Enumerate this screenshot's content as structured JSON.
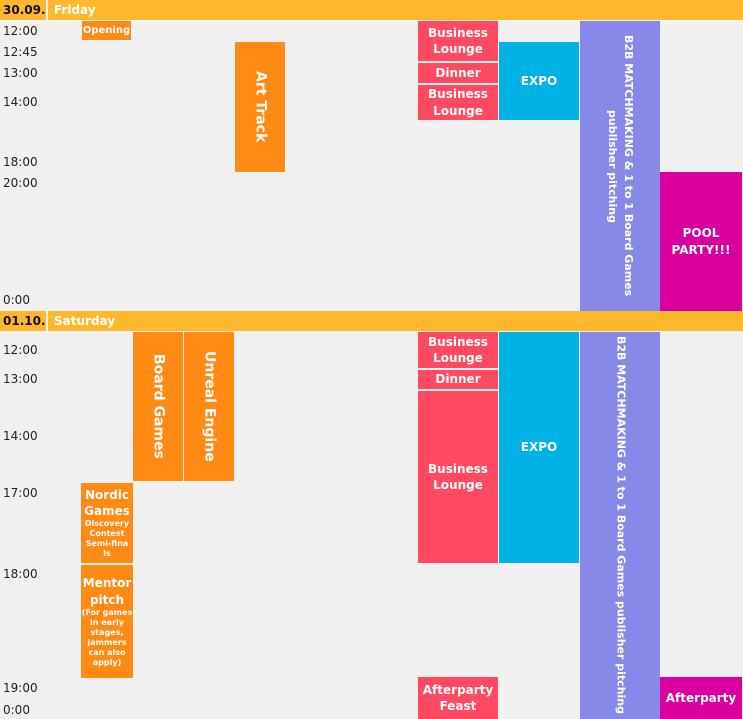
{
  "days": [
    {
      "date": "30.09.",
      "name": "Friday",
      "times": [
        "12:00",
        "12:45",
        "13:00",
        "14:00",
        "18:00",
        "20:00",
        "0:00"
      ],
      "events": {
        "opening": "Opening",
        "art_track": "Art Track",
        "business_lounge_1": "Business Lounge",
        "dinner": "Dinner",
        "business_lounge_2": "Business Lounge",
        "expo": "EXPO",
        "b2b": "B2B MATCHMAKING & 1 to 1 Board Games publisher pitching",
        "pool_party": "POOL PARTY!!!"
      }
    },
    {
      "date": "01.10.",
      "name": "Saturday",
      "times": [
        "12:00",
        "13:00",
        "14:00",
        "17:00",
        "18:00",
        "19:00",
        "0:00"
      ],
      "events": {
        "board_games": "Board Games",
        "unreal_engine": "Unreal Engine",
        "nordic_games_title": "Nordic Games",
        "nordic_games_sub": "Discovery Contest Semi-fina ls",
        "mentor_pitch_title": "Mentor pitch",
        "mentor_pitch_sub": "(For games in early stages, jammers can also apply)",
        "business_lounge_1": "Business Lounge",
        "dinner": "Dinner",
        "business_lounge_2": "Business Lounge",
        "expo": "EXPO",
        "b2b": "B2B MATCHMAKING & 1 to 1 Board Games publisher pitching",
        "afterparty_feast": "Afterparty Feast",
        "afterparty": "Afterparty"
      }
    }
  ],
  "colors": {
    "header": "#ffb72b",
    "orange": "#ff8a14",
    "pink": "#ff4a62",
    "cyan": "#00b2e5",
    "purple": "#8888e8",
    "magenta": "#d9009f"
  }
}
